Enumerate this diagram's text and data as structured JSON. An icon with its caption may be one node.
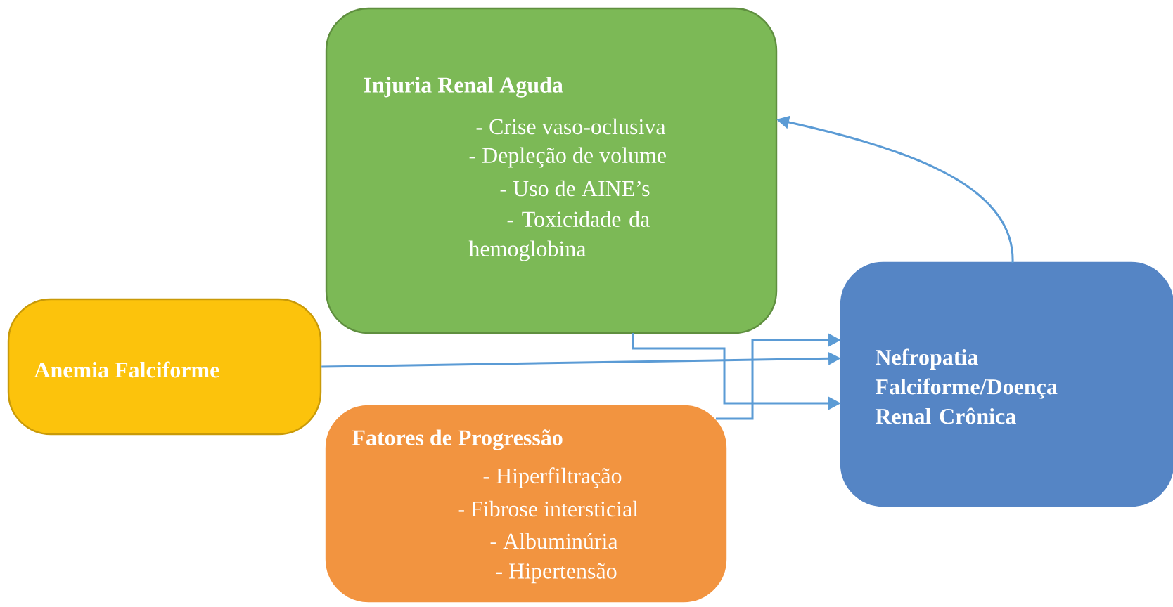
{
  "diagram": {
    "nodes": [
      {
        "text": [
          "Injuria Renal Aguda",
          "- Crise vaso-oclusiva",
          "- Depleção de volume",
          "- Uso de AINE’s",
          "- Toxicidade da hemoglobina"
        ]
      },
      {
        "text": [
          "Anemia Falciforme"
        ]
      },
      {
        "text": [
          "Fatores de Progressão",
          "- Hiperfiltração",
          "- Fibrose intersticial",
          "- Albuminúria",
          "- Hipertensão"
        ]
      },
      {
        "text": [
          "Nefropatia Falciforme/Doença Renal Crônica"
        ]
      }
    ],
    "edges": [
      {
        "from": 1,
        "to": 3,
        "arrow": "to"
      },
      {
        "from": 0,
        "to": 3,
        "arrow": "to"
      },
      {
        "from": 2,
        "to": 3,
        "arrow": "to"
      },
      {
        "from": 3,
        "to": 0,
        "arrow": "to"
      }
    ]
  }
}
